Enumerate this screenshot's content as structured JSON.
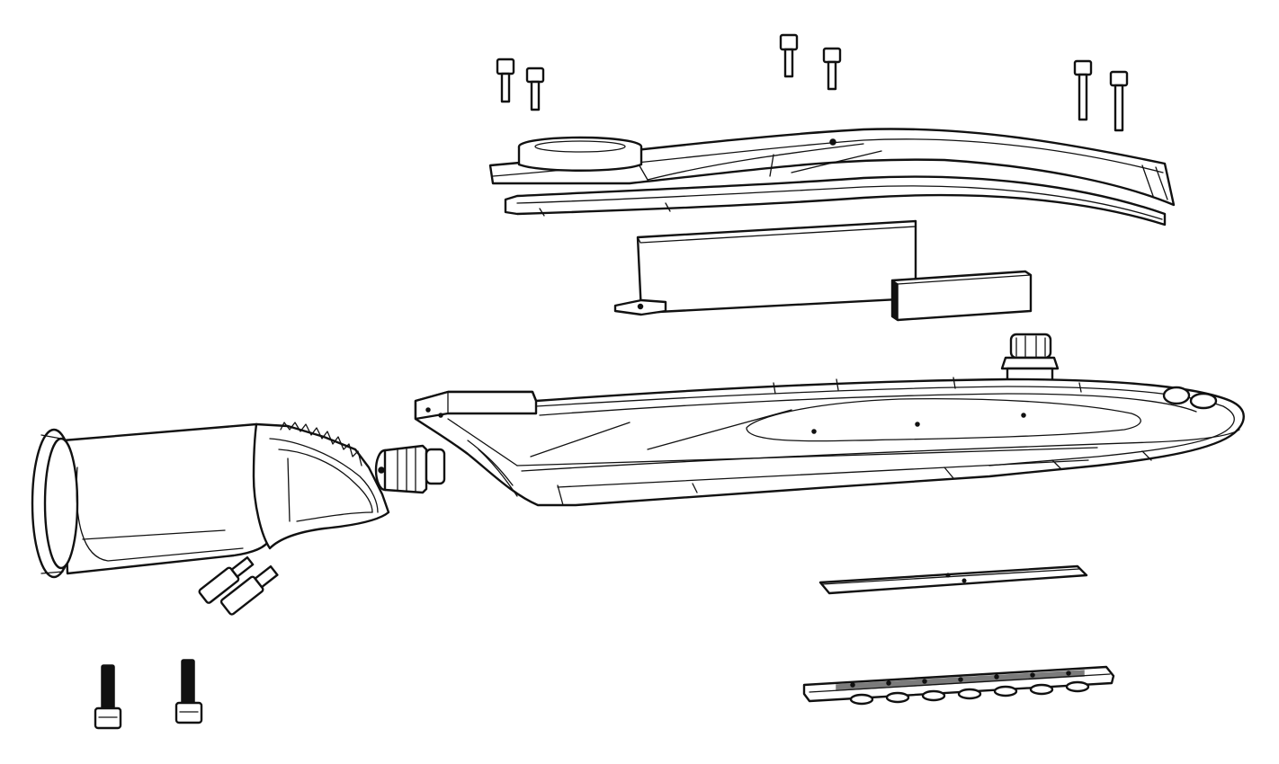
{
  "figure": {
    "kind": "exploded-assembly-line-drawing",
    "stroke_color": "#111111",
    "background": "#ffffff",
    "parts": [
      "top-screws",
      "top-cover",
      "cover-gasket",
      "driver-box",
      "terminal-block",
      "cable-gland-top",
      "main-housing",
      "pole-mount-adapter",
      "cable-gland-side",
      "adapter-screws",
      "clamp-bolts",
      "lens-gasket",
      "led-lens-module"
    ]
  }
}
